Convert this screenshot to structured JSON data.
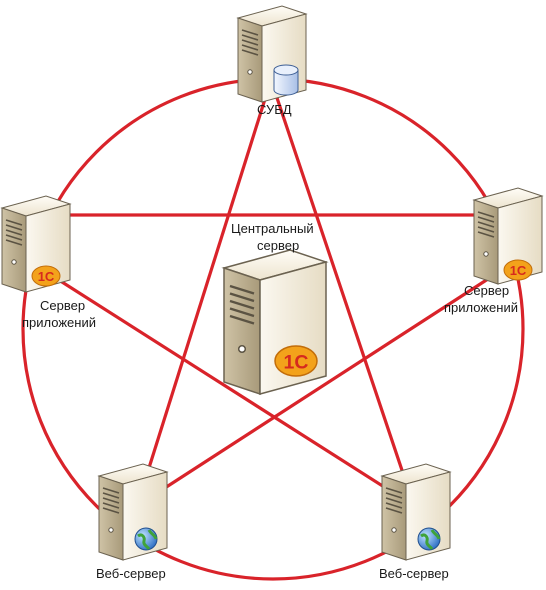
{
  "colors": {
    "link": "#d9232a",
    "server_light": "#f4efe2",
    "server_mid": "#e3d9c2",
    "server_dark": "#b9ab8c",
    "server_outline": "#6b6250",
    "badge_orange": "#f3a21b",
    "badge_red": "#d62a1e",
    "globe_green": "#3fa33a",
    "globe_blue": "#2f6fc4",
    "db_blue": "#6c90c9"
  },
  "nodes": {
    "top": {
      "label": "СУБД",
      "icon": "database-icon"
    },
    "left": {
      "label_line1": "Сервер",
      "label_line2": "приложений",
      "icon": "1c-badge-icon"
    },
    "right": {
      "label_line1": "Сервер",
      "label_line2": "приложений",
      "icon": "1c-badge-icon"
    },
    "center": {
      "label_line1": "Центральный",
      "label_line2": "сервер",
      "icon": "1c-badge-icon"
    },
    "bottom_left": {
      "label": "Веб-сервер",
      "icon": "globe-icon"
    },
    "bottom_right": {
      "label": "Веб-сервер",
      "icon": "globe-icon"
    }
  },
  "badge_text": "1С"
}
